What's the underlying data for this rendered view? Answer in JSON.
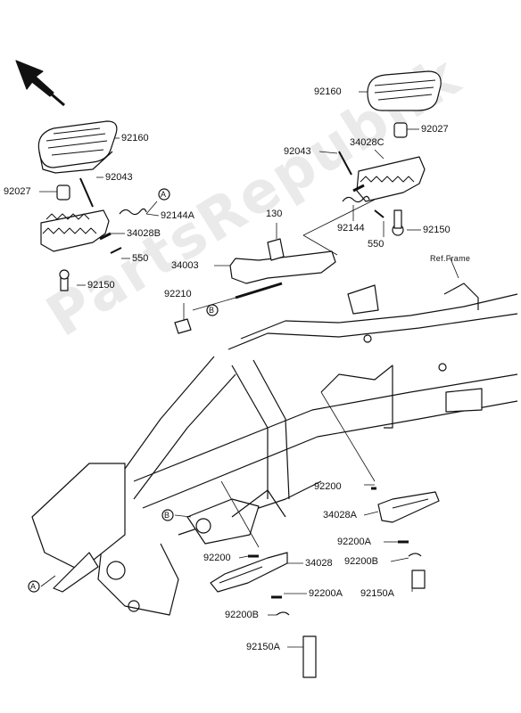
{
  "watermark": "PartsRepublik",
  "reference": "Ref.Frame",
  "callouts": {
    "a": "A",
    "b": "B"
  },
  "parts": {
    "p92160_top": "92160",
    "p92027_top": "92027",
    "p92043_right": "92043",
    "p34028C": "34028C",
    "p92144_right": "92144",
    "p550_right": "550",
    "p92150_right": "92150",
    "p130": "130",
    "p34003": "34003",
    "p92210": "92210",
    "p92160_left": "92160",
    "p92027_left": "92027",
    "p92043_left": "92043",
    "p92144A": "92144A",
    "p34028B": "34028B",
    "p550_left": "550",
    "p92150_left": "92150",
    "p92200_mid": "92200",
    "p34028A": "34028A",
    "p92200A_mid": "92200A",
    "p92200B_mid": "92200B",
    "p92150A_mid": "92150A",
    "p92200_low": "92200",
    "p34028": "34028",
    "p92200A_low": "92200A",
    "p92200B_low": "92200B",
    "p92150A_low": "92150A"
  }
}
